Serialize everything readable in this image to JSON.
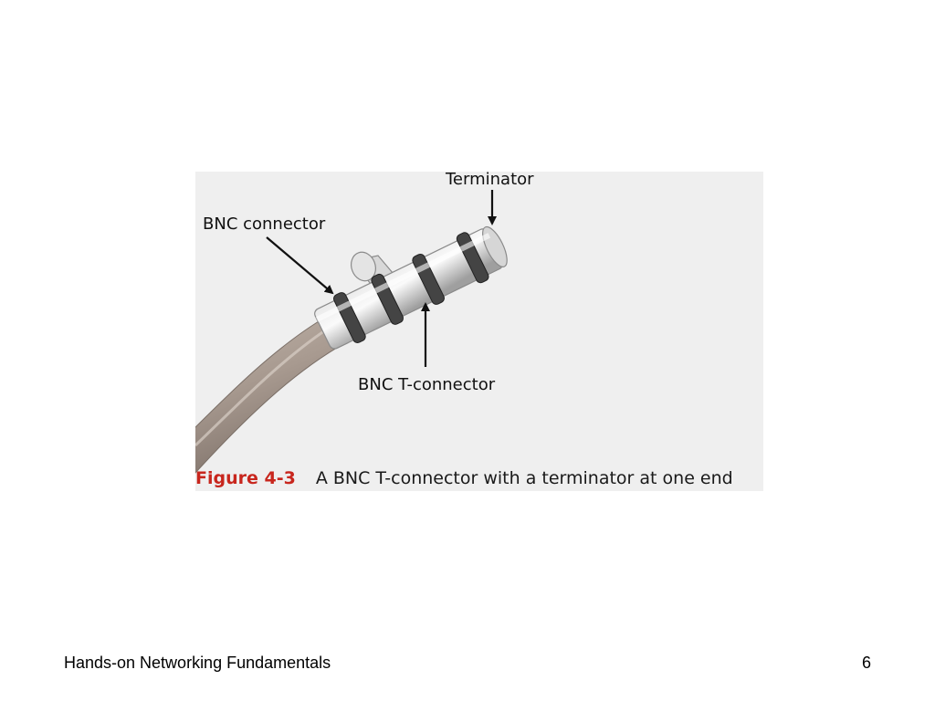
{
  "figure": {
    "labels": {
      "terminator": "Terminator",
      "bnc_connector": "BNC connector",
      "t_connector": "BNC T-connector"
    },
    "caption": {
      "number": "Figure 4-3",
      "text": "A BNC T-connector with a terminator at one end"
    },
    "colors": {
      "caption_number": "#c8261d",
      "panel_background": "#efefef",
      "cable": "#a89a90"
    }
  },
  "footer": {
    "title": "Hands-on Networking Fundamentals",
    "page_number": "6"
  }
}
